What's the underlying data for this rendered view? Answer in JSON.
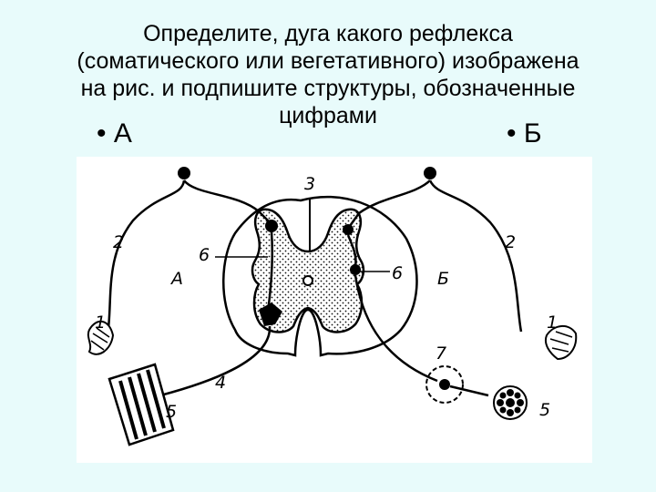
{
  "slide": {
    "title_lines": [
      "Определите, дуга какого рефлекса",
      "(соматического или вегетативного) изображена",
      "на рис. и подпишите структуры, обозначенные",
      "цифрами"
    ],
    "bullet_a": "• А",
    "bullet_b": "• Б"
  },
  "diagram": {
    "labels": {
      "l1_left": "1",
      "l1_right": "1",
      "l2_left": "2",
      "l2_right": "2",
      "l3": "3",
      "l4": "4",
      "l5_left": "5",
      "l5_right": "5",
      "l6_left": "6",
      "l6_right": "6",
      "l7": "7",
      "arc_a": "А",
      "arc_b": "Б"
    }
  }
}
